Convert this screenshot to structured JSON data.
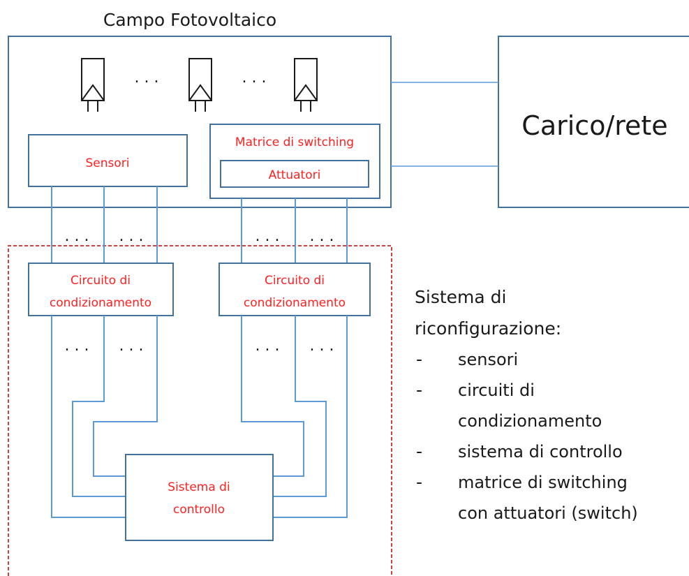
{
  "title": "Campo Fotovoltaico",
  "load_label": "Carico/rete",
  "ellipsis": ". . .",
  "ellipsis_short": ". . .",
  "sensors_label": "Sensori",
  "matrix_label": "Matrice di switching",
  "actuators_label": "Attuatori",
  "conditioning": {
    "line1": "Circuito di",
    "line2": "condizionamento"
  },
  "control": {
    "line1": "Sistema di",
    "line2": "controllo"
  },
  "legend": {
    "title_line1": "Sistema di",
    "title_line2": "riconfigurazione:",
    "bullet": "-",
    "items": [
      "sensori",
      "circuiti di",
      "condizionamento",
      "sistema di controllo",
      "matrice di switching",
      "con attuatori (switch)"
    ]
  },
  "colors": {
    "box_stroke": "#41719c",
    "wire": "#5b9bd5",
    "red_text": "#ff2020",
    "dashed_red": "#c00000"
  }
}
